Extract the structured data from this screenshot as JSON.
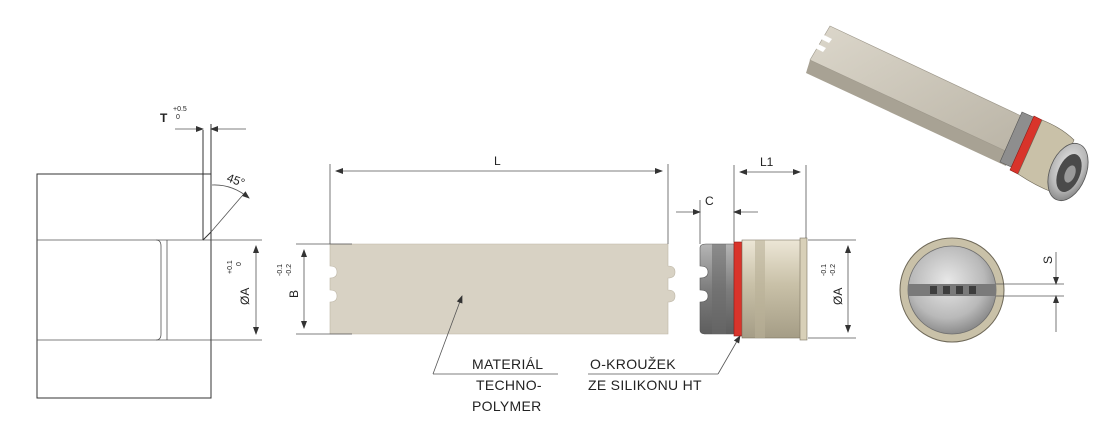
{
  "colors": {
    "line": "#333333",
    "polymer": "#d8d2c4",
    "metal": "#c9c1a8",
    "oring": "#d9342b",
    "gray_part": "#8a8a8a"
  },
  "side_view": {
    "t_label": "T",
    "t_tol_upper": "+0.5",
    "t_tol_lower": "0",
    "angle_label": "45°",
    "diameter_label": "ØA",
    "diameter_tol_upper": "+0.1",
    "diameter_tol_lower": "0"
  },
  "main_view": {
    "l_label": "L",
    "c_label": "C",
    "l1_label": "L1",
    "b_label": "B",
    "b_tol_upper": "-0.1",
    "b_tol_lower": "-0.2",
    "diameter_label": "ØA",
    "diameter_tol_upper": "-0.1",
    "diameter_tol_lower": "-0.2",
    "material_lines": [
      "MATERIÁL",
      "TECHNO-",
      "POLYMER"
    ],
    "oring_lines": [
      "O-KROUŽEK",
      "ZE SILIKONU HT"
    ]
  },
  "end_view": {
    "s_label": "S"
  }
}
